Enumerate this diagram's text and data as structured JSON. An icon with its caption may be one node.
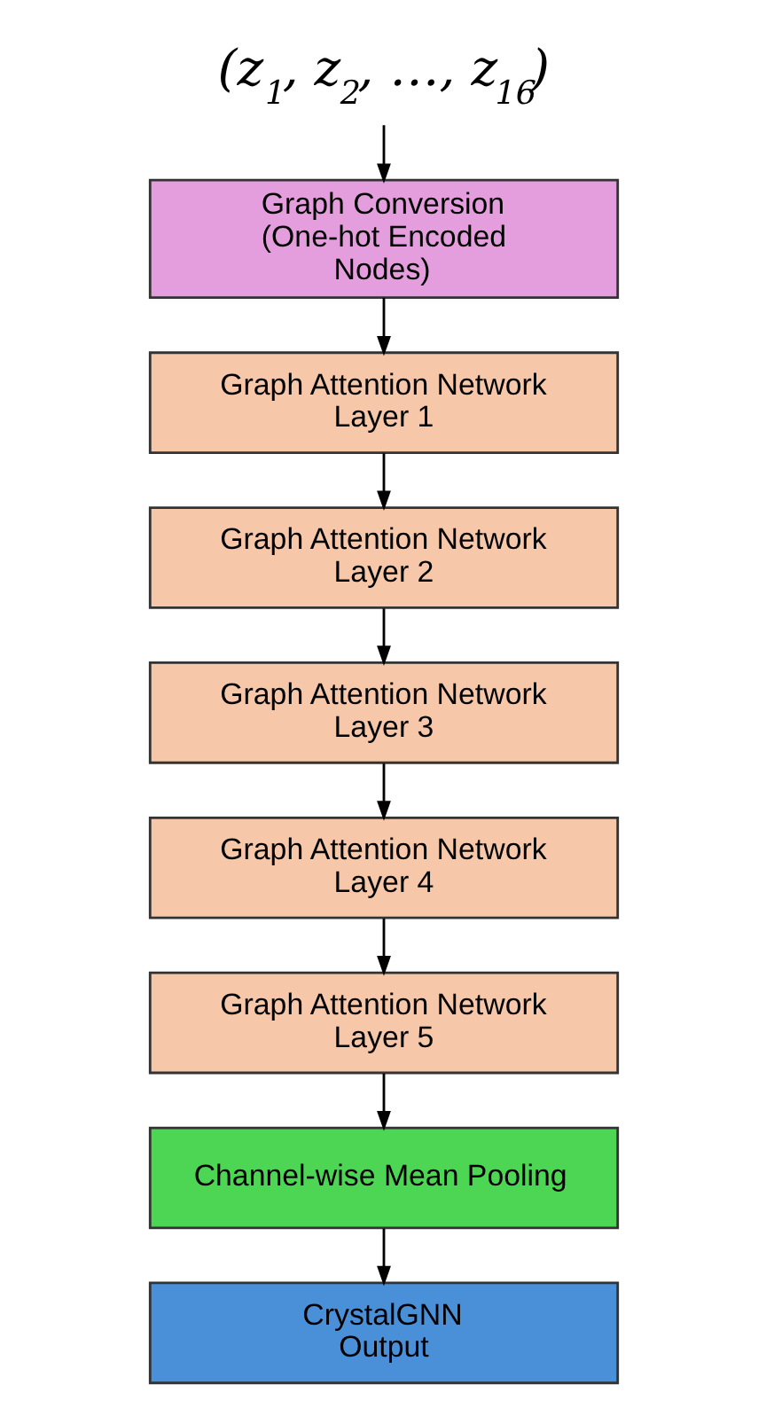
{
  "diagram": {
    "nodes": [
      {
        "text": [
          "(z$_{1}$, z$_{2}$, …, z$_{16}$)"
        ]
      },
      {
        "text": [
          "Graph Conversion (One-hot Encoded Nodes)"
        ]
      },
      {
        "text": [
          "Graph Attention Network Layer 1"
        ]
      },
      {
        "text": [
          "Graph Attention Network Layer 2"
        ]
      },
      {
        "text": [
          "Graph Attention Network Layer 3"
        ]
      },
      {
        "text": [
          "Graph Attention Network Layer 4"
        ]
      },
      {
        "text": [
          "Graph Attention Network Layer 5"
        ]
      },
      {
        "text": [
          "Channel-wise Mean Pooling"
        ]
      },
      {
        "text": [
          "CrystalGNN Output"
        ]
      }
    ],
    "edges": [
      {
        "from": 0,
        "to": 1,
        "arrow": "to"
      },
      {
        "from": 1,
        "to": 2,
        "arrow": "to"
      },
      {
        "from": 2,
        "to": 3,
        "arrow": "to"
      },
      {
        "from": 3,
        "to": 4,
        "arrow": "to"
      },
      {
        "from": 4,
        "to": 5,
        "arrow": "to"
      },
      {
        "from": 5,
        "to": 6,
        "arrow": "to"
      },
      {
        "from": 6,
        "to": 7,
        "arrow": "to"
      },
      {
        "from": 7,
        "to": 8,
        "arrow": "to"
      }
    ]
  }
}
